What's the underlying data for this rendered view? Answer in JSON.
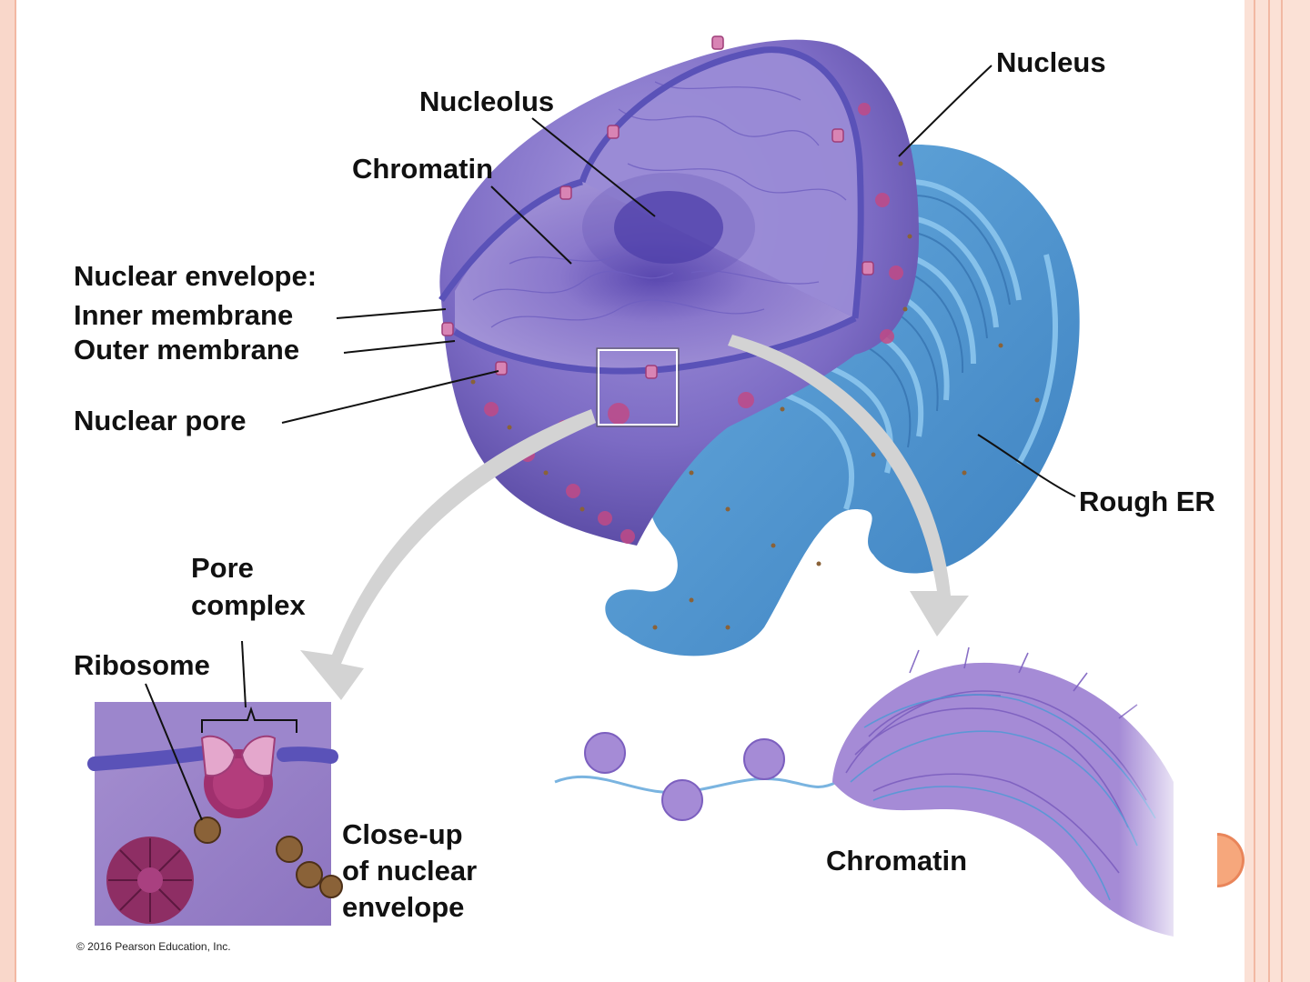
{
  "labels": {
    "nucleus": "Nucleus",
    "nucleolus": "Nucleolus",
    "chromatin_top": "Chromatin",
    "nuclear_envelope": "Nuclear envelope:",
    "inner_membrane": "Inner membrane",
    "outer_membrane": "Outer membrane",
    "nuclear_pore": "Nuclear pore",
    "rough_er": "Rough ER",
    "pore_complex_1": "Pore",
    "pore_complex_2": "complex",
    "ribosome": "Ribosome",
    "closeup_1": "Close-up",
    "closeup_2": "of nuclear",
    "closeup_3": "envelope",
    "chromatin_bottom": "Chromatin"
  },
  "copyright": "© 2016 Pearson Education, Inc.",
  "colors": {
    "nucleus": "#7c6bc4",
    "nucleus_cut": "#8b7ccc",
    "membrane": "#5a52b8",
    "rough_er": "#4f95cc",
    "pore": "#c04a86",
    "ribosome": "#8a6238",
    "chromatin": "#a58bd6",
    "arrow": "#d3d3d3",
    "frame": "#f9d7ca"
  }
}
